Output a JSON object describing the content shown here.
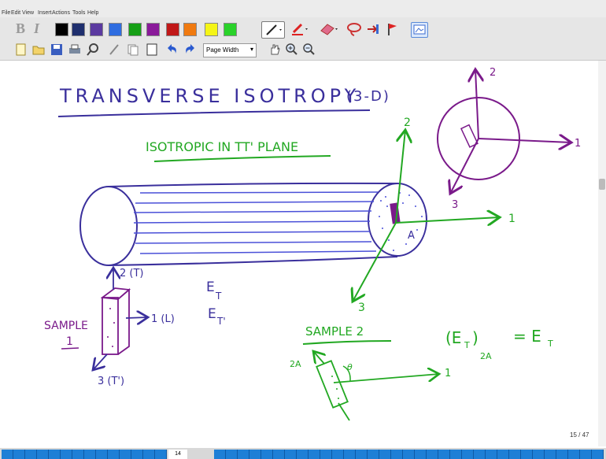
{
  "menu": [
    "File",
    "Edit",
    "View",
    "Insert",
    "Actions",
    "Tools",
    "Help"
  ],
  "toolbar": {
    "bold_label": "B",
    "italic_label": "I",
    "colors": [
      "#000000",
      "#1f2f6e",
      "#5b3aa0",
      "#2f6de0",
      "#16a016",
      "#8a1a9a",
      "#c01818",
      "#f07a10",
      "#f5f516",
      "#2ad22a"
    ],
    "page_width_label": "Page Width"
  },
  "note": {
    "title": "TRANSVERSE ISOTROPY",
    "title_suffix": "(3-D)",
    "subtitle": "ISOTROPIC IN TT' PLANE",
    "cylinder_axes": [
      "2",
      "1",
      "3",
      "A"
    ],
    "inset_axes": [
      "2",
      "1",
      "3"
    ],
    "sample1_label": "SAMPLE",
    "sample1_number": "1",
    "sample1_axes": [
      "2 (T)",
      "1 (L)",
      "3 (T')"
    ],
    "moduli": [
      "E",
      "T",
      "E",
      "T'"
    ],
    "sample2_label": "SAMPLE 2",
    "sample2_axes": [
      "2A",
      "1"
    ],
    "equation": [
      "(E",
      "T",
      ")",
      "2A",
      "= E",
      "T"
    ]
  },
  "page_number": "14",
  "page_counter": "15 / 47",
  "ink": {
    "dark": "#3a2f9c",
    "green": "#22a822",
    "purple": "#7a1a8a",
    "blue": "#4a50d8"
  }
}
